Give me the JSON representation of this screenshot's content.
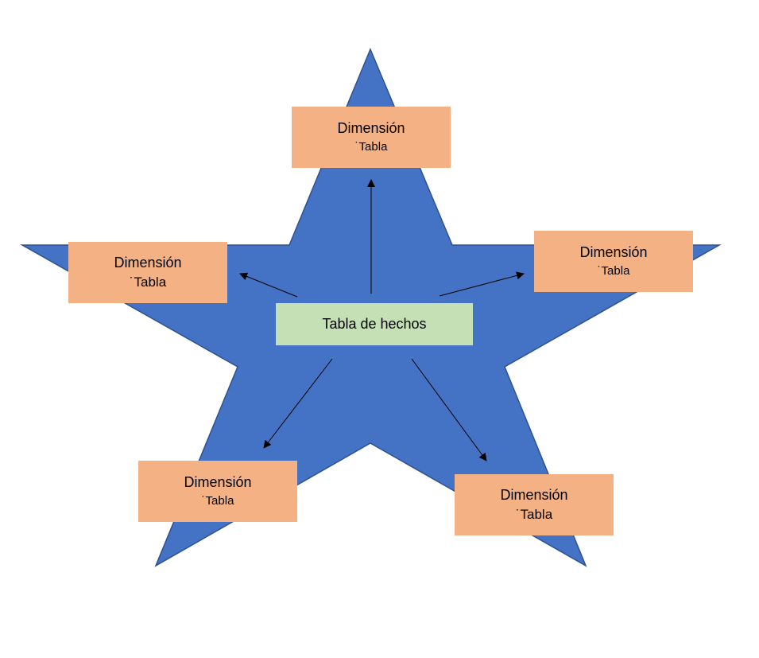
{
  "colors": {
    "star_fill": "#4472c4",
    "star_stroke": "#2f528f",
    "dimension_fill": "#f4b183",
    "fact_fill": "#c5e0b4",
    "arrow": "#000000"
  },
  "fact_table": {
    "label": "Tabla de hechos"
  },
  "dimensions": [
    {
      "id": "top",
      "title": "Dimensión",
      "subtitle": "˙Tabla"
    },
    {
      "id": "left",
      "title": "Dimensión",
      "subtitle": "˙Tabla"
    },
    {
      "id": "right",
      "title": "Dimensión",
      "subtitle": "˙Tabla"
    },
    {
      "id": "bottom-left",
      "title": "Dimensión",
      "subtitle": "˙Tabla"
    },
    {
      "id": "bottom-right",
      "title": "Dimensión",
      "subtitle": "˙Tabla"
    }
  ]
}
